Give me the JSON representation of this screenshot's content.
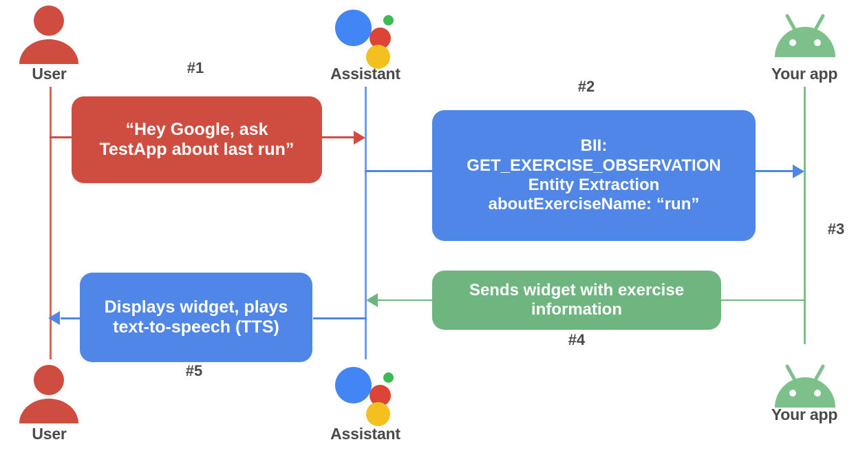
{
  "diagram": {
    "title": "Google Assistant App Actions sequence diagram",
    "background": "#ffffff",
    "colors": {
      "red": "#cf4c40",
      "blue": "#4f86e8",
      "green": "#6fb580",
      "label_gray": "#4a4a4a",
      "assistant_blue": "#4285f4",
      "assistant_red": "#db4437",
      "assistant_green": "#3cba54",
      "assistant_yellow": "#f4c020",
      "android_green": "#7ec08c"
    }
  },
  "actors": {
    "user_top": {
      "label": "User",
      "icon": "user-avatar-icon"
    },
    "assistant_top": {
      "label": "Assistant",
      "icon": "google-assistant-icon"
    },
    "app_top": {
      "label": "Your app",
      "icon": "android-robot-icon"
    },
    "user_bottom": {
      "label": "User",
      "icon": "user-avatar-icon"
    },
    "assistant_bottom": {
      "label": "Assistant",
      "icon": "google-assistant-icon"
    },
    "app_bottom": {
      "label": "Your app",
      "icon": "android-robot-icon"
    }
  },
  "steps": {
    "s1": {
      "number": "#1",
      "color": "red"
    },
    "s2": {
      "number": "#2",
      "color": "blue"
    },
    "s3": {
      "number": "#3",
      "color": "blue"
    },
    "s4": {
      "number": "#4",
      "color": "green"
    },
    "s5": {
      "number": "#5",
      "color": "blue"
    }
  },
  "messages": {
    "m1": {
      "text": "“Hey Google, ask\nTestApp about last run”",
      "color": "red",
      "from": "user",
      "to": "assistant"
    },
    "m2": {
      "text": "BII:\nGET_EXERCISE_OBSERVATION\nEntity Extraction\naboutExerciseName: “run”",
      "color": "blue",
      "from": "assistant",
      "to": "app"
    },
    "m4": {
      "text": "Sends widget with exercise\ninformation",
      "color": "green",
      "from": "app",
      "to": "assistant"
    },
    "m5": {
      "text": "Displays widget, plays\ntext-to-speech (TTS)",
      "color": "blue",
      "from": "assistant",
      "to": "user"
    }
  }
}
